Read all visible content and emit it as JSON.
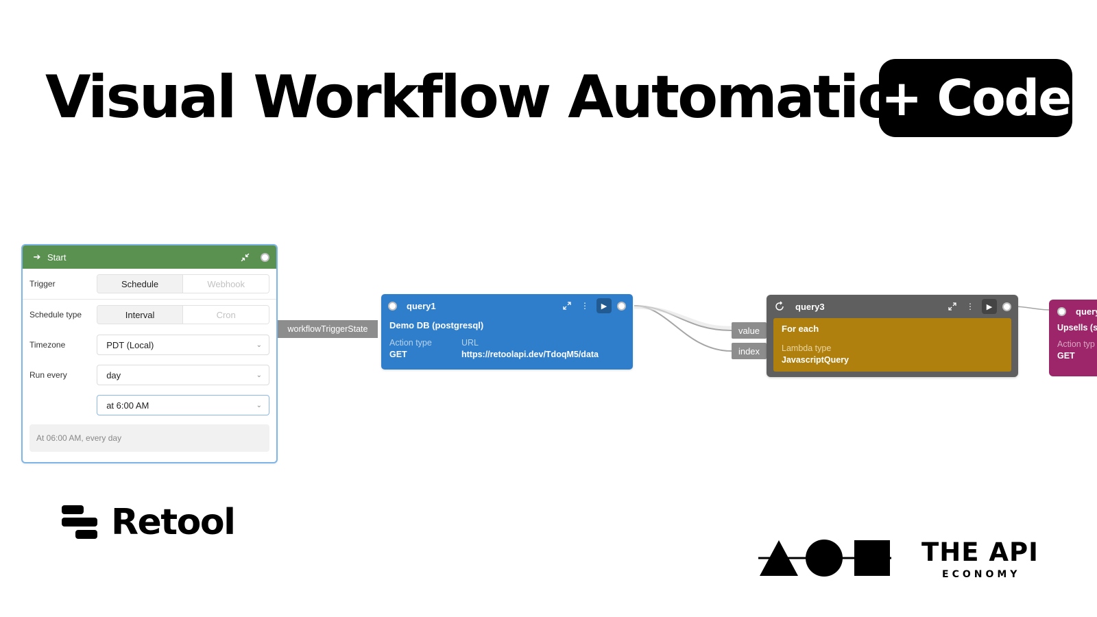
{
  "headline": {
    "title": "Visual Workflow Automation",
    "badge": "+ Code"
  },
  "start_block": {
    "header_label": "Start",
    "header_icon": "arrow-right-icon",
    "collapse_icon": "collapse-arrows-icon",
    "header_color": "#5a9150",
    "trigger": {
      "label": "Trigger",
      "options": [
        "Schedule",
        "Webhook"
      ],
      "selected": "Schedule"
    },
    "schedule_type": {
      "label": "Schedule type",
      "options": [
        "Interval",
        "Cron"
      ],
      "selected": "Interval"
    },
    "timezone": {
      "label": "Timezone",
      "value": "PDT (Local)"
    },
    "run_every": {
      "label": "Run every",
      "value": "day"
    },
    "run_time": {
      "value": "at 6:00 AM"
    },
    "summary": "At 06:00 AM, every day"
  },
  "trigger_output": "workflowTriggerState",
  "query1": {
    "name": "query1",
    "color": "#2f7ecb",
    "resource": "Demo DB (postgresql)",
    "action_type_label": "Action type",
    "action_type_value": "GET",
    "url_label": "URL",
    "url_value": "https://retoolapi.dev/TdoqM5/data"
  },
  "loop_inputs": [
    "value",
    "index"
  ],
  "query3": {
    "name": "query3",
    "color": "#5f5f5f",
    "inner_color": "#b0800e",
    "mode": "For each",
    "lambda_type_label": "Lambda type",
    "lambda_type_value": "JavascriptQuery"
  },
  "query4": {
    "name": "query",
    "color": "#9c2669",
    "resource": "Upsells (s",
    "action_type_label": "Action typ",
    "action_type_value": "GET"
  },
  "logos": {
    "retool": "Retool",
    "api_economy_title": "THE API",
    "api_economy_sub": "ECONOMY"
  }
}
